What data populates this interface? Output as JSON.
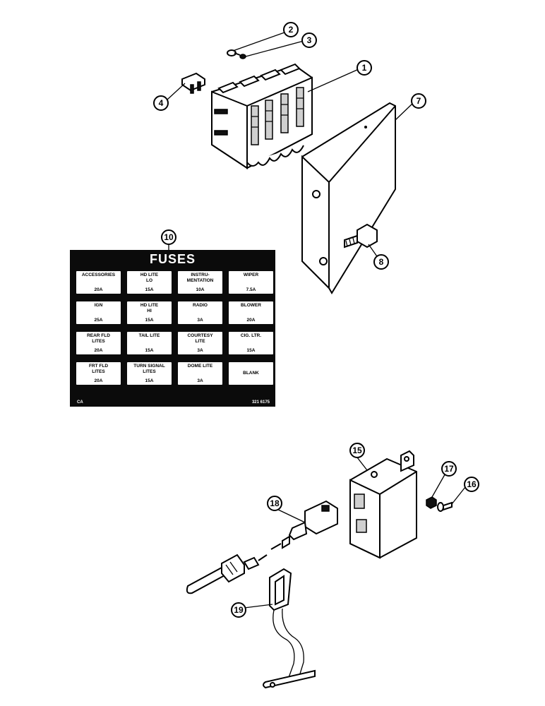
{
  "callouts": {
    "c1": "1",
    "c2": "2",
    "c3": "3",
    "c4": "4",
    "c7": "7",
    "c8": "8",
    "c10": "10",
    "c15": "15",
    "c16": "16",
    "c17": "17",
    "c18": "18",
    "c19": "19"
  },
  "fuse_panel": {
    "title": "FUSES",
    "cells": [
      {
        "label": "ACCESSORIES",
        "amp": "20A"
      },
      {
        "label": "HD  LITE\nLO",
        "amp": "15A"
      },
      {
        "label": "INSTRU-\nMENTATION",
        "amp": "10A"
      },
      {
        "label": "WIPER",
        "amp": "7.5A"
      },
      {
        "label": "IGN",
        "amp": "25A"
      },
      {
        "label": "HD  LITE\nHI",
        "amp": "15A"
      },
      {
        "label": "RADIO",
        "amp": "3A"
      },
      {
        "label": "BLOWER",
        "amp": "20A"
      },
      {
        "label": "REAR FLD\nLITES",
        "amp": "20A"
      },
      {
        "label": "TAIL LITE",
        "amp": "15A"
      },
      {
        "label": "COURTESY\nLITE",
        "amp": "3A"
      },
      {
        "label": "CIG. LTR.",
        "amp": "15A"
      },
      {
        "label": "FRT  FLD\nLITES",
        "amp": "20A"
      },
      {
        "label": "TURN SIGNAL\nLITES",
        "amp": "15A"
      },
      {
        "label": "DOME LITE",
        "amp": "3A"
      },
      {
        "label": "BLANK",
        "amp": ""
      }
    ],
    "code_left": "CA",
    "code_right": "321 6175"
  }
}
